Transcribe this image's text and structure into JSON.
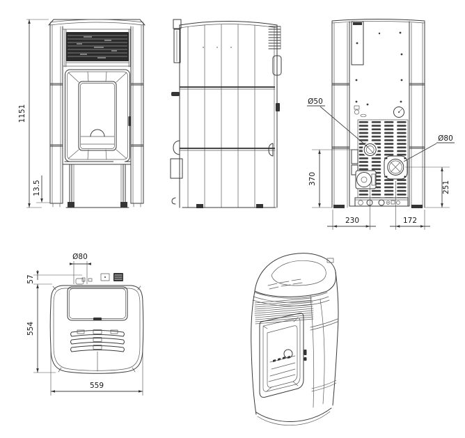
{
  "drawing": {
    "subject": "pellet stove technical drawing, five views",
    "colors": {
      "background": "#ffffff",
      "line": "#3a3a3a",
      "dark_fill": "#2b2b2b"
    },
    "front_view": {
      "overall_height": "1151",
      "foot_height": "13.5"
    },
    "back_view": {
      "air_inlet_diameter": "Ø50",
      "flue_diameter": "Ø80",
      "air_inlet_height": "370",
      "flue_height": "251",
      "air_inlet_offset": "230",
      "flue_offset": "172"
    },
    "top_view": {
      "flue_diameter": "Ø80",
      "flue_setback": "57",
      "depth": "554",
      "width": "559"
    }
  }
}
